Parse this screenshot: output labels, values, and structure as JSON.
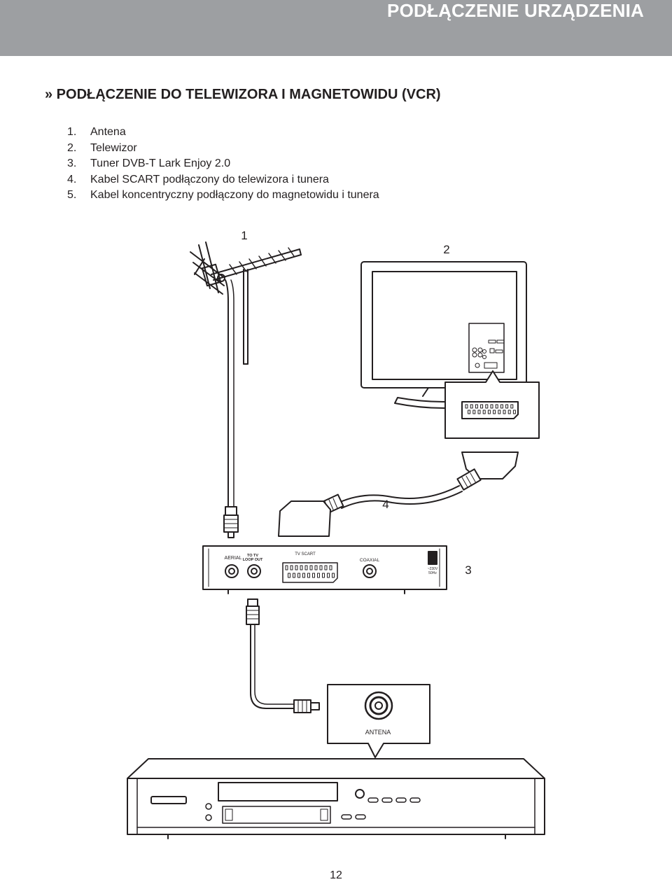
{
  "header": {
    "title": "PODŁĄCZENIE URZĄDZENIA"
  },
  "section": {
    "title": "» PODŁĄCZENIE DO TELEWIZORA I MAGNETOWIDU (VCR)"
  },
  "items": [
    {
      "num": "1.",
      "text": "Antena"
    },
    {
      "num": "2.",
      "text": "Telewizor"
    },
    {
      "num": "3.",
      "text": "Tuner DVB-T Lark Enjoy 2.0"
    },
    {
      "num": "4.",
      "text": "Kabel SCART podłączony do telewizora i tunera"
    },
    {
      "num": "5.",
      "text": "Kabel koncentryczny podłączony do magnetowidu i tunera"
    }
  ],
  "diagram": {
    "callouts": {
      "antenna": "1",
      "tv": "2",
      "tuner": "3",
      "scart_cable": "4"
    },
    "tuner_labels": {
      "aerial": "AERIAL",
      "to_tv_line1": "TO TV",
      "to_tv_line2": "LOOP OUT",
      "tv_scart": "TV SCART",
      "coaxial": "COAXIAL",
      "power_line1": "~230V",
      "power_line2": "50Hz"
    },
    "vcr_inset_label": "ANTENA"
  },
  "footer": {
    "page_number": "12"
  },
  "colors": {
    "header_bg": "#9d9fa2",
    "header_text": "#ffffff",
    "line": "#231f20"
  }
}
